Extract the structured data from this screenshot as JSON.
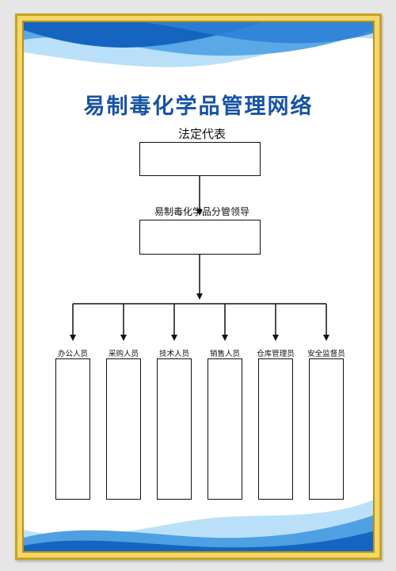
{
  "title": "易制毒化学品管理网络",
  "nodes": {
    "top_label": "法定代表",
    "mid_label": "易制毒化学品分管领导"
  },
  "roles": [
    {
      "label": "办公人员"
    },
    {
      "label": "采购人员"
    },
    {
      "label": "技术人员"
    },
    {
      "label": "销售人员"
    },
    {
      "label": "仓库管理员"
    },
    {
      "label": "安全监督员"
    }
  ],
  "colors": {
    "title": "#1753a6",
    "frame_gold": "#f3d768",
    "wave_dark": "#1565c0",
    "wave_light": "#9fd2f3",
    "line": "#111111"
  }
}
